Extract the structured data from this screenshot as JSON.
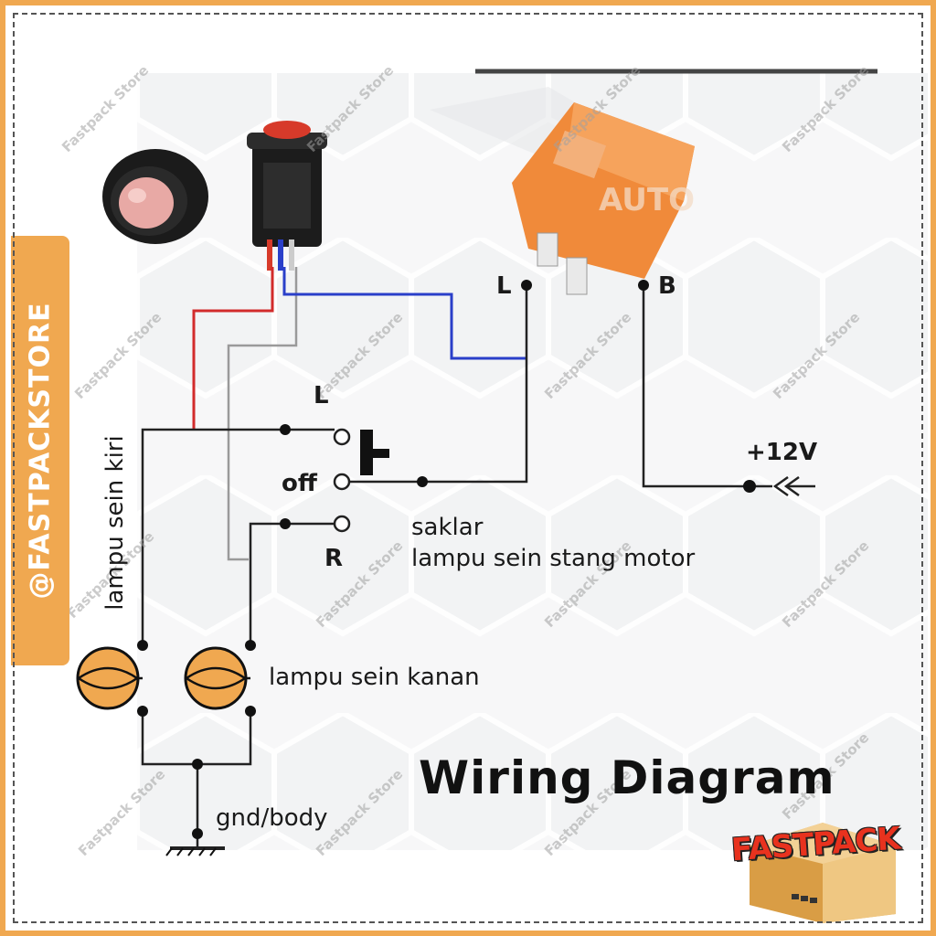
{
  "side_tab": {
    "text": "@FASTPACKSTORE"
  },
  "title": "Wiring Diagram",
  "brand": {
    "logo_text": "FASTPACK"
  },
  "watermark": {
    "text": "Fastpack Store"
  },
  "relay": {
    "label_text": "AUTO"
  },
  "labels": {
    "relay_l": "L",
    "relay_b": "B",
    "switch_l": "L",
    "switch_off": "off",
    "switch_r": "R",
    "saklar": "saklar",
    "saklar_desc": "lampu sein stang motor",
    "plus12v": "+12V",
    "lamp_left": "lampu sein kiri",
    "lamp_right": "lampu sein kanan",
    "ground": "gnd/body"
  },
  "colors": {
    "frame": "#f0a850",
    "relay": "#f08a3a",
    "wire_red": "#d22b2b",
    "wire_blue": "#2a3fc9",
    "wire_black": "#222222",
    "wire_gray": "#9a9a9a",
    "lamp_fill": "#f0a850"
  }
}
